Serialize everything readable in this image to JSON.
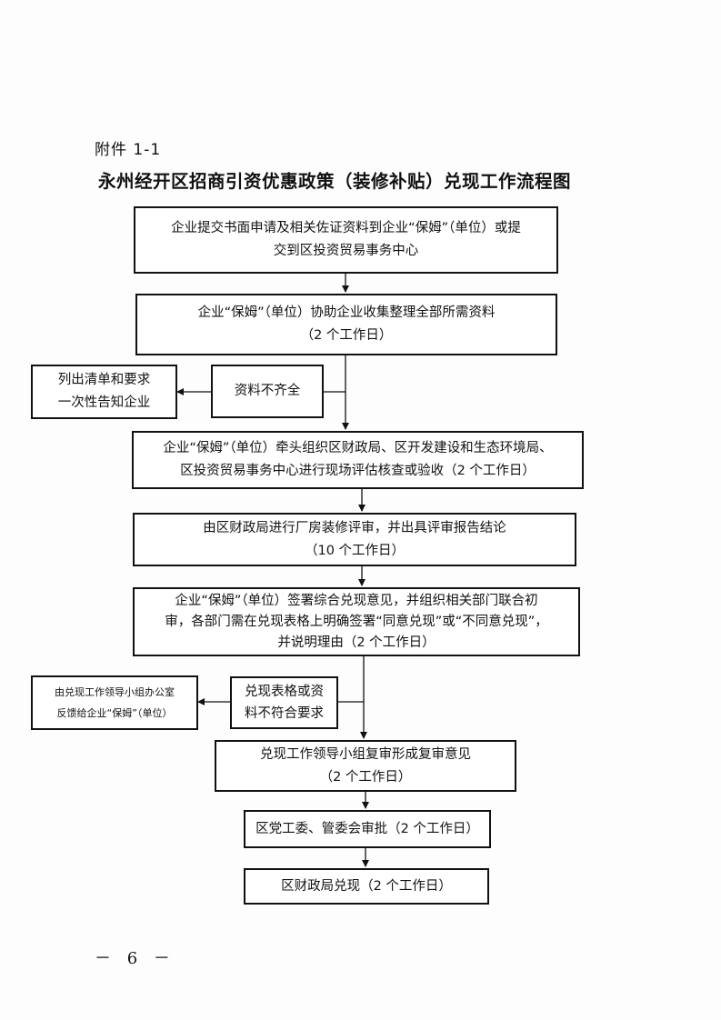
{
  "attachment_label": "附件 1-1",
  "title": "永州经开区招商引资优惠政策（装修补贴）兑现工作流程图",
  "flow": {
    "step1": [
      "企业提交书面申请及相关佐证资料到企业“保姆”（单位）或提",
      "交到区投资贸易事务中心"
    ],
    "step2": [
      "企业“保姆”（单位）协助企业收集整理全部所需资料",
      "（2 个工作日）"
    ],
    "incomplete": [
      "资料不齐全"
    ],
    "notify": [
      "列出清单和要求",
      "一次性告知企业"
    ],
    "step3": [
      "企业“保姆”（单位）牵头组织区财政局、区开发建设和生态环境局、",
      "区投资贸易事务中心进行现场评估核查或验收（2 个工作日）"
    ],
    "step4": [
      "由区财政局进行厂房装修评审，并出具评审报告结论",
      "（10 个工作日）"
    ],
    "step5": [
      "企业“保姆”（单位）签署综合兑现意见，并组织相关部门联合初",
      "审，各部门需在兑现表格上明确签署“同意兑现”或“不同意兑现”，",
      "并说明理由（2 个工作日）"
    ],
    "noncompliant": [
      "兑现表格或资",
      "料不符合要求"
    ],
    "feedback": [
      "由兑现工作领导小组办公室",
      "反馈给企业“保姆”（单位）"
    ],
    "step6": [
      "兑现工作领导小组复审形成复审意见",
      "（2 个工作日）"
    ],
    "step7": [
      "区党工委、管委会审批（2 个工作日）"
    ],
    "step8": [
      "区财政局兑现（2 个工作日）"
    ]
  },
  "page_number": "－ 6 －"
}
